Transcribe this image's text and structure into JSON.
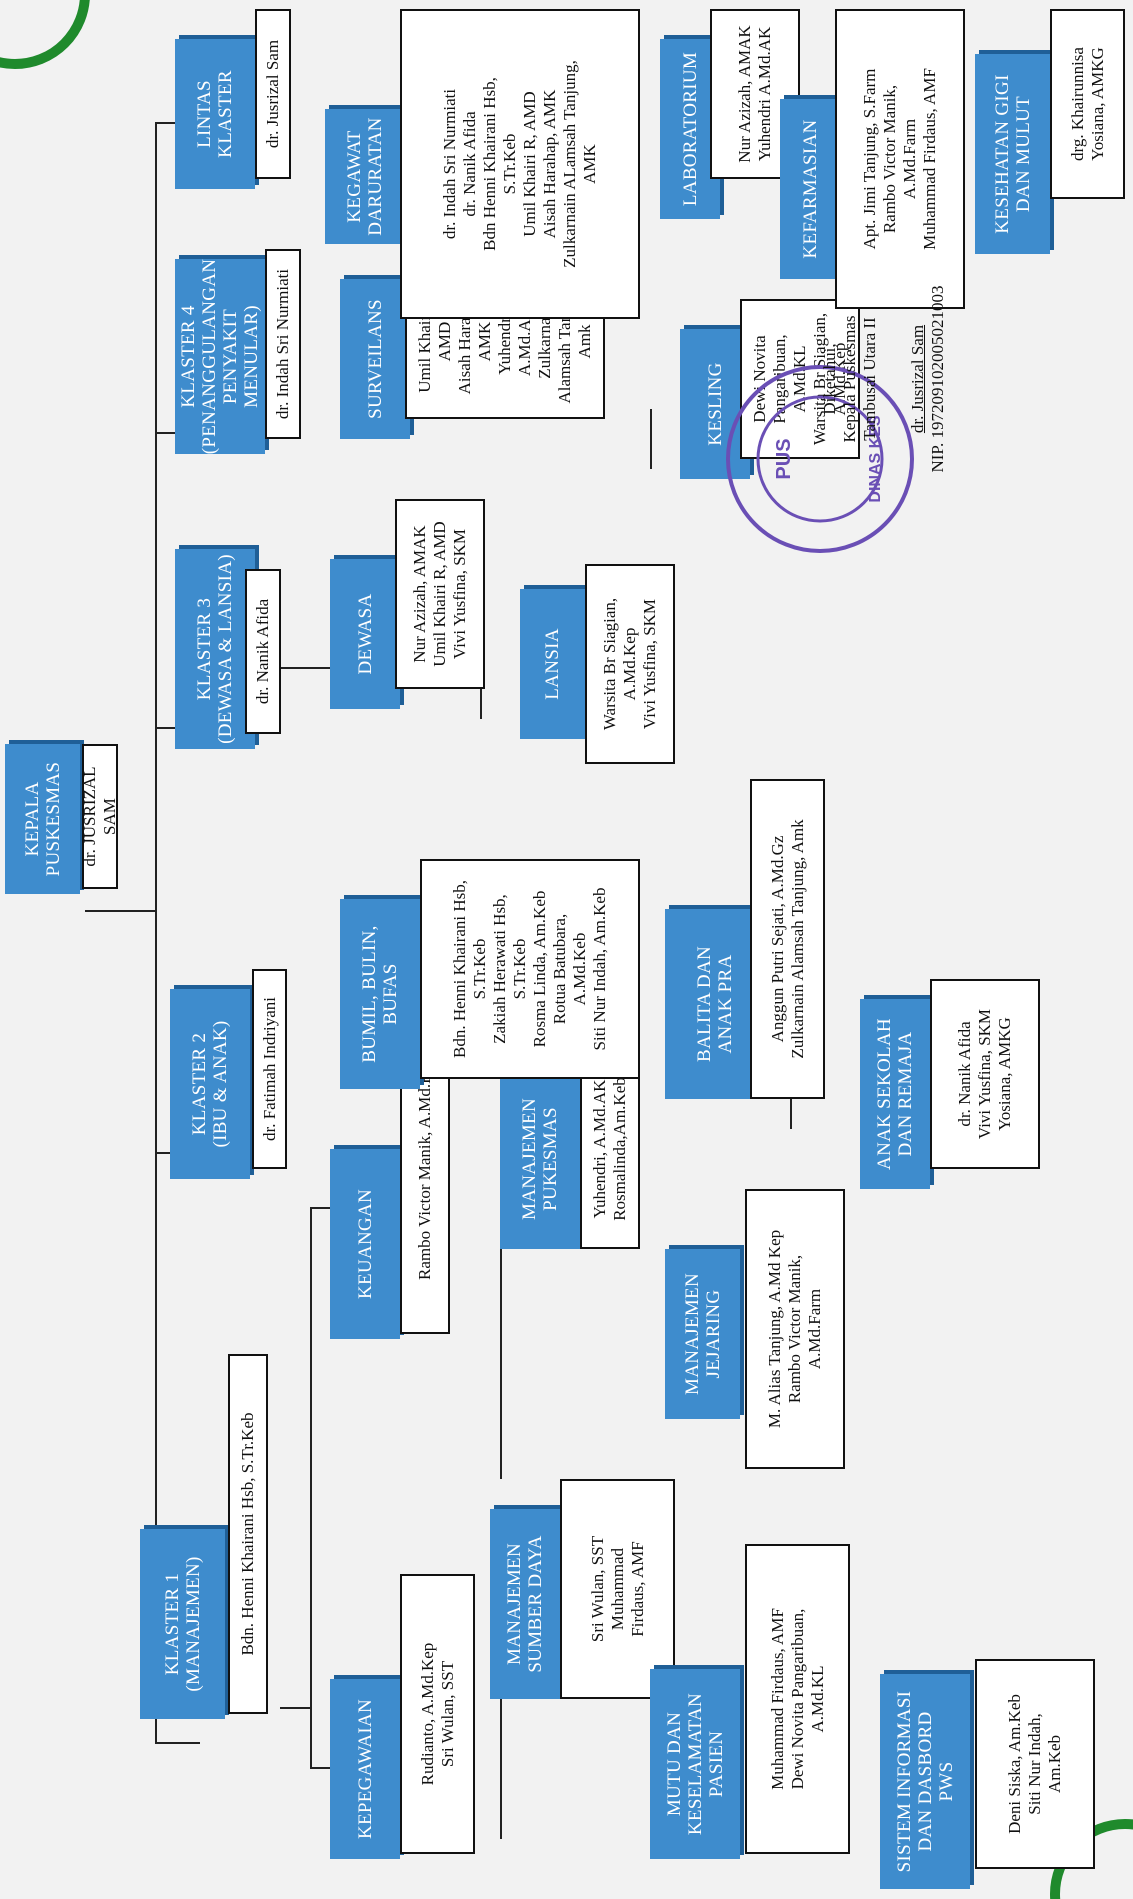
{
  "head": {
    "title": "KEPALA\nPUSKESMAS",
    "name": "dr. JUSRIZAL SAM"
  },
  "k1": {
    "title": "KLASTER 1\n(Manajemen)",
    "name": "Bdn. Henni Khairani Hsb, S.Tr.Keb"
  },
  "k2": {
    "title": "KLASTER 2\n(Ibu & Anak)",
    "name": "dr. Fatimah Indriyani"
  },
  "k3": {
    "title": "KLASTER 3\n(Dewasa & Lansia)",
    "name": "dr. Nanik Afida"
  },
  "k4": {
    "title": "KLASTER 4\n(Penanggulangan\nPenyakit Menular)",
    "name": "dr. Indah Sri Nurmiati"
  },
  "lk": {
    "title": "LINTAS\nKLASTER",
    "name": "dr. Jusrizal Sam"
  },
  "kepegawaian": {
    "title": "KEPEGAWAIAN",
    "staff": [
      "Rudianto, A.Md.Kep",
      "Sri Wulan, SST"
    ]
  },
  "msd": {
    "title": "MANAJEMEN\nSUMBER DAYA",
    "staff": [
      "Sri Wulan, SST",
      "Muhammad\nFirdaus, AMF"
    ]
  },
  "mutu": {
    "title": "MUTU DAN\nKESELAMATAN\nPASIEN",
    "staff": [
      "Muhammad Firdaus, AMF",
      "Dewi Novita Pangaribuan,\nA.Md.KL"
    ]
  },
  "si": {
    "title": "SISTEM INFORMASI\nDAN DASBORD\nPWS",
    "staff": [
      "Deni Siska, Am.Keb",
      "Siti Nur Indah,\nAm.Keb"
    ]
  },
  "keuangan": {
    "title": "KEUANGAN",
    "staff": [
      "Rambo Victor Manik, A.Md.Farm"
    ]
  },
  "mp": {
    "title": "MANAJEMEN\nPUKESMAS",
    "staff": [
      "Yuhendri, A.Md.AK",
      "Rosmalinda,Am.Keb"
    ]
  },
  "mj": {
    "title": "MANAJEMEN\nJEJARING",
    "staff": [
      "M. Alias Tanjung, A.Md Kep",
      "Rambo Victor Manik,\nA.Md.Farm"
    ]
  },
  "bumil": {
    "title": "BUMIL, BULIN,\nBUFAS",
    "staff": [
      "Bdn. Henni Khairani Hsb,\nS.Tr.Keb",
      "Zakiah Herawati Hsb,\nS.Tr.Keb",
      "Rosma Linda, Am.Keb",
      "Rotua Batubara,\nA.Md.Keb",
      "Siti Nur Indah, Am.Keb"
    ]
  },
  "balita": {
    "title": "BALITA DAN\nANAK PRA",
    "staff": [
      "Anggun Putri Sejati, A.Md.Gz",
      "Zulkarnain Alamsah Tanjung, Amk"
    ]
  },
  "anak": {
    "title": "ANAK SEKOLAH\nDAN REMAJA",
    "staff": [
      "dr. Nanik Afida",
      "Vivi Yusfina, SKM",
      "Yosiana, AMKG"
    ]
  },
  "dewasa": {
    "title": "DEWASA",
    "staff": [
      "Nur Azizah, AMAK",
      "Umil Khairi R, AMD",
      "Vivi Yusfina, SKM"
    ]
  },
  "lansia": {
    "title": "LANSIA",
    "staff": [
      "Warsita Br Siagian,\nA.Md.Kep",
      "Vivi Yusfina, SKM"
    ]
  },
  "surv": {
    "title": "SURVEILANS",
    "staff": [
      "Umil Khairi R,\nAMD",
      "Aisah Harahap,\nAMK",
      "Yuhendri,\nA.Md.AK",
      "Zulkarnain\nAlamsah Tanjung,\nAmk"
    ]
  },
  "kesling": {
    "title": "KESLING",
    "staff": [
      "Dewi Novita\nPangaribuan,\nA.Md.KL",
      "Warsita Br Siagian,\nA.Md.Kep"
    ]
  },
  "kgd": {
    "title": "KEGAWAT\nDARURATAN",
    "staff": [
      "dr. Indah Sri Nurmiati",
      "dr. Nanik Afida",
      "Bdn Henni Khairani Hsb,\nS.Tr.Keb",
      "Umil Khairi R, AMD",
      "Aisah Harahap, AMK",
      "Zulkarnain ALamsah Tanjung,\nAMK"
    ]
  },
  "lab": {
    "title": "LABORATORIUM",
    "staff": [
      "Nur Azizah, AMAK",
      "Yuhendri A.Md.AK"
    ]
  },
  "farm": {
    "title": "KEFARMASIAN",
    "staff": [
      "Apt. Jimi Tanjung, S.Farm",
      "Rambo Victor Manik,\nA.Md.Farm",
      "Muhammad Firdaus, AMF"
    ]
  },
  "gigi": {
    "title": "KESEHATAN GIGI\nDAN MULUT",
    "staff": [
      "drg. Khairunnisa",
      "Yosiana, AMKG"
    ]
  },
  "sign": {
    "known": "Diketahui,",
    "role": "Kepala Puskesmas",
    "place": "Tambusai Utara II",
    "name": "dr. Jusrizal Sam",
    "nip": "NIP. 197209102005021003"
  },
  "colors": {
    "box": "#3e8ccd",
    "shadow": "#1f5f97",
    "stamp": "#6a4fb5"
  }
}
